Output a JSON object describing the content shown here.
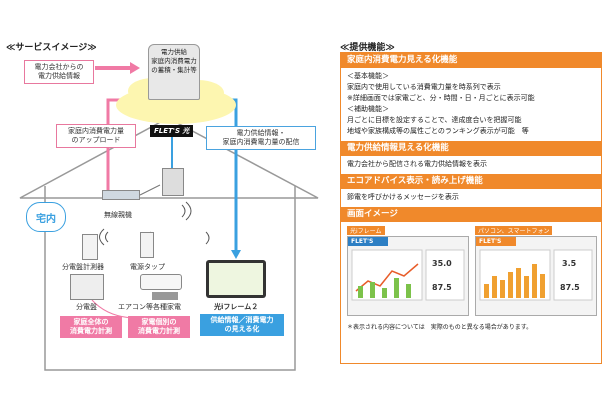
{
  "left": {
    "section_title": "≪サービスイメージ≫",
    "power_company_info": "電力会社からの\n電力供給情報",
    "server_label": "電力供給\n家庭内消費電力\nの蓄積・集計等",
    "upload_label": "家庭内消費電力量\nのアップロード",
    "delivery_label": "電力供給情報・\n家庭内消費電力量の配信",
    "flets_logo": "FLET'S 光",
    "home_label": "宅内",
    "wireless_label": "無線親機",
    "panel_meter_label": "分電盤計測器",
    "power_tap_label": "電源タップ",
    "distribution_board_label": "分電盤",
    "appliance_label": "エアコン等各種家電",
    "frame_label": "光iフレーム２",
    "whole_home_label": "家庭全体の\n消費電力計測",
    "per_appliance_label": "家電個別の\n消費電力計測",
    "frame_feature_label": "供給情報／消費電力\nの見える化"
  },
  "right": {
    "section_title": "≪提供機能≫",
    "feature1_title": "家庭内消費電力見える化機能",
    "feature1_lines": [
      "＜基本機能＞",
      "家庭内で使用している消費電力量を時系列で表示",
      "※詳細画面では家電ごと、分・時間・日・月ごとに表示可能",
      "＜補助機能＞",
      "月ごとに目標を設定することで、達成度合いを把握可能",
      "地域や家族構成等の属性ごとのランキング表示が可能　等"
    ],
    "feature2_title": "電力供給情報見える化機能",
    "feature2_text": "電力会社から配信される電力供給情報を表示",
    "feature3_title": "エコアドバイス表示・読み上げ機能",
    "feature3_text": "節電を呼びかけるメッセージを表示",
    "feature4_title": "画面イメージ",
    "screen1_label": "光iフレーム",
    "screen2_label": "パソコン、スマートフォン",
    "screen_logo": "FLET'S",
    "screen_val1": "35.0",
    "screen_val2": "87.5",
    "screen_val3": "3.5",
    "note": "＊表示される内容については　実際のものと異なる場合があります。"
  },
  "colors": {
    "pink": "#f07aa5",
    "blue": "#3aa0e0",
    "orange": "#f0892b",
    "cloud": "#fdf6b0"
  }
}
